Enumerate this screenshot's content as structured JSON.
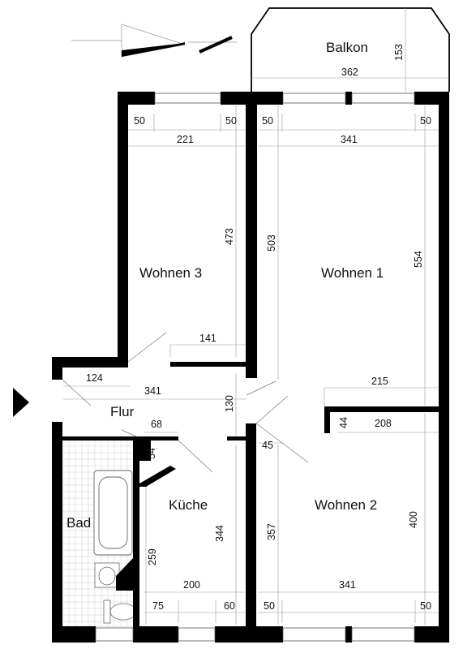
{
  "rooms": {
    "balkon": "Balkon",
    "wohnen3": "Wohnen 3",
    "wohnen1": "Wohnen 1",
    "wohnen2": "Wohnen 2",
    "flur": "Flur",
    "kueche": "Küche",
    "bad": "Bad"
  },
  "dimensions": {
    "balkon_depth": "153",
    "balkon_width": "362",
    "w3_window_left": "50",
    "w3_window_right": "50",
    "w1_window_left": "50",
    "w1_window_right": "50",
    "w3_width": "221",
    "w1_width": "341",
    "w3_length": "473",
    "w1_depth_left": "503",
    "w1_depth_right": "554",
    "w3_door": "141",
    "flur_left": "124",
    "flur_width": "341",
    "flur_depth": "130",
    "w1_lower": "215",
    "flur_kitchen": "68",
    "niche_height": "54",
    "step_44": "44",
    "w2_upper": "208",
    "w2_corner": "45",
    "kueche_length": "344",
    "w2_left": "357",
    "w2_right": "400",
    "bad_length": "259",
    "kueche_width": "200",
    "w2_width": "341",
    "kueche_window_left": "75",
    "kueche_window_right": "60",
    "w2_window_left": "50",
    "w2_window_right": "50"
  }
}
